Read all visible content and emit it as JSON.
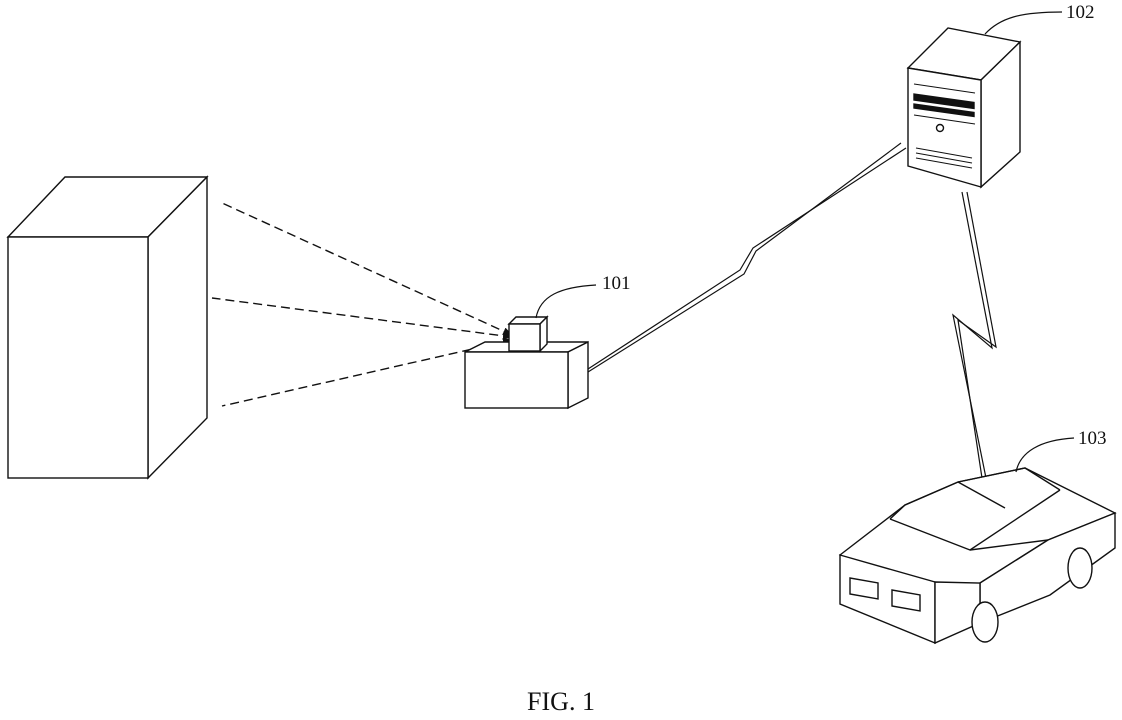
{
  "figure": {
    "caption": "FIG. 1",
    "labels": {
      "device": "101",
      "server": "102",
      "vehicle": "103"
    }
  }
}
